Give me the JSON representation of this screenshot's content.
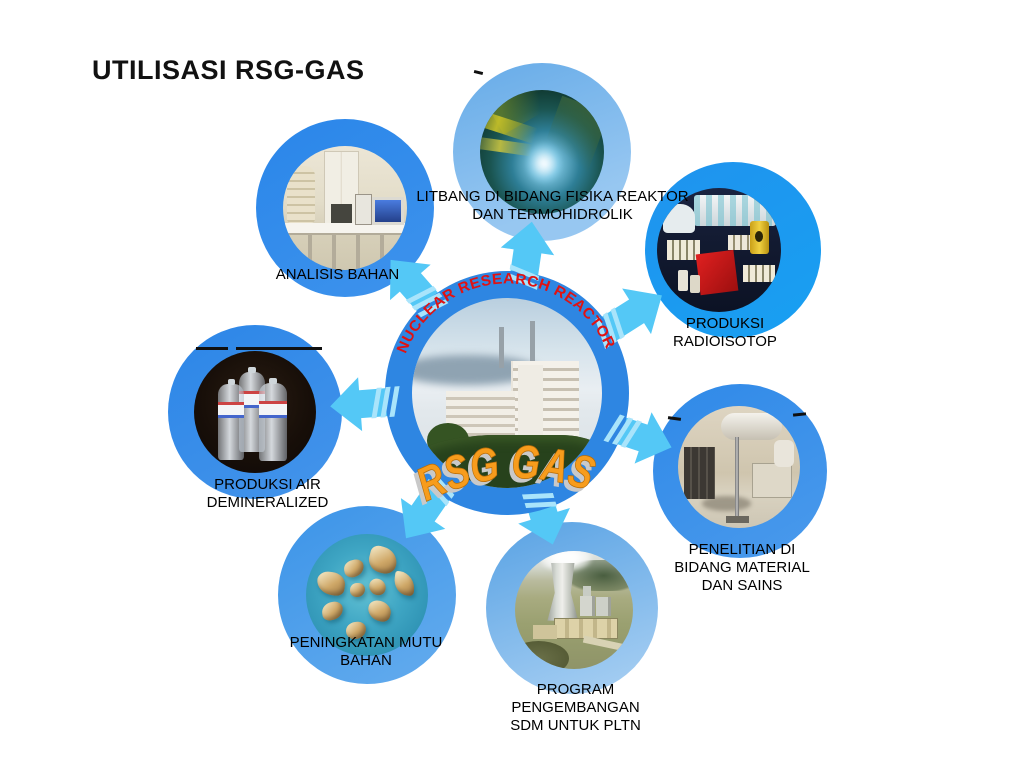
{
  "slide": {
    "title": "UTILISASI RSG-GAS"
  },
  "center": {
    "arc_text": "NUCLEAR RESEARCH REACTOR",
    "wordart_text": "RSG GAS",
    "photo": "reactor-building"
  },
  "nodes": [
    {
      "id": "analisis-bahan",
      "lines": [
        "ANALISIS BAHAN"
      ],
      "photo": "materials-analysis-lab"
    },
    {
      "id": "litbang-fisika-reaktor",
      "lines": [
        "LITBANG DI BIDANG FISIKA REAKTOR",
        "DAN TERMOHIDROLIK"
      ],
      "photo": "reactor-core"
    },
    {
      "id": "produksi-radioisotop",
      "lines": [
        "PRODUKSI",
        "RADIOISOTOP"
      ],
      "photo": "radioisotope-products"
    },
    {
      "id": "produksi-air-demineralized",
      "lines": [
        "PRODUKSI AIR",
        "DEMINERALIZED"
      ],
      "photo": "demineralized-water-bottles"
    },
    {
      "id": "penelitian-material-sains",
      "lines": [
        "PENELITIAN DI",
        "BIDANG MATERIAL",
        "DAN SAINS"
      ],
      "photo": "materials-research-rig"
    },
    {
      "id": "peningkatan-mutu-bahan",
      "lines": [
        "PENINGKATAN MUTU",
        "BAHAN"
      ],
      "photo": "gemstones"
    },
    {
      "id": "program-sdm-pltn",
      "lines": [
        "PROGRAM",
        "PENGEMBANGAN",
        "SDM UNTUK PLTN"
      ],
      "photo": "nuclear-power-plant"
    }
  ],
  "colors": {
    "central_ring": "#2e86e2",
    "satellite_ring": "#2a86ea",
    "arrow": "#54c8f6",
    "arc_text": "#e01212",
    "wordart": "#f79c1c",
    "label": "#000000",
    "background": "#ffffff"
  }
}
